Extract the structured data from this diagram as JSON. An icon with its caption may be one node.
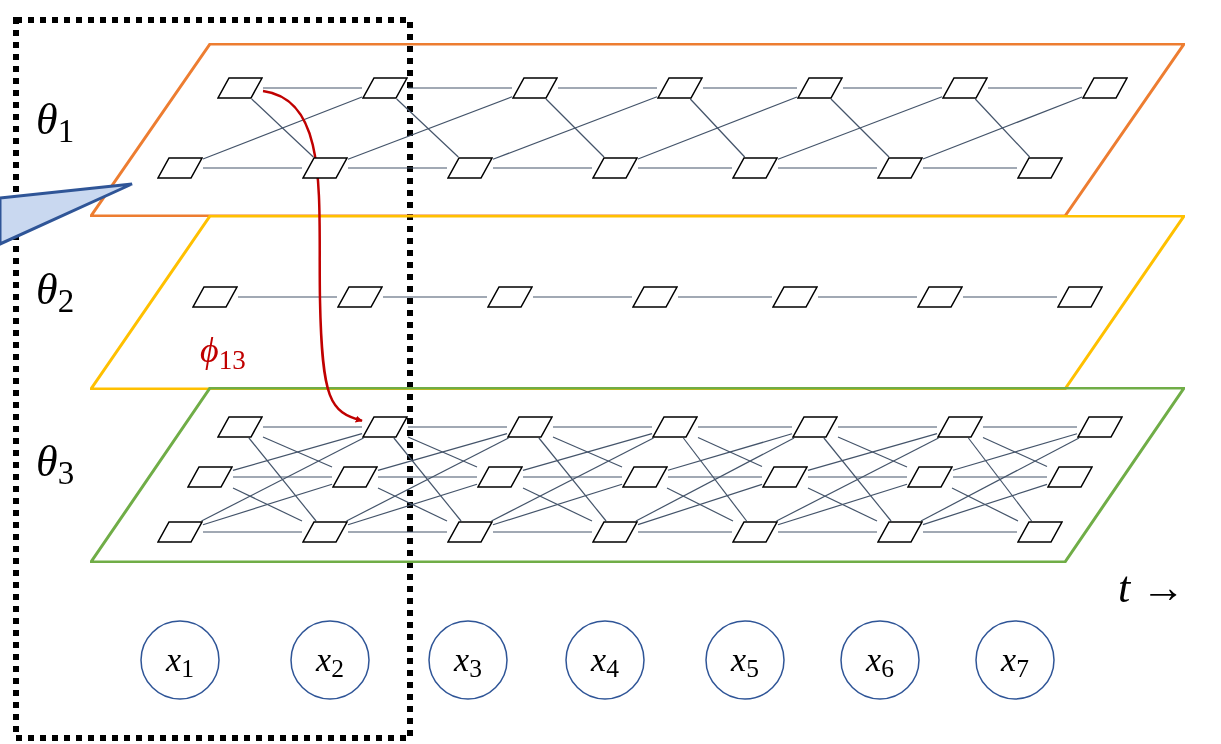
{
  "diagram": {
    "nodes": [
      {
        "text": [],
        "shape": "parallelogram",
        "beside": [
          "*θ*$_{1}$"
        ]
      },
      {
        "text": [],
        "shape": "parallelogram",
        "in": 0
      },
      {
        "text": [],
        "shape": "parallelogram",
        "in": 0
      },
      {
        "text": [],
        "shape": "parallelogram",
        "in": 0
      },
      {
        "text": [],
        "shape": "parallelogram",
        "in": 0
      },
      {
        "text": [],
        "shape": "parallelogram",
        "in": 0
      },
      {
        "text": [],
        "shape": "parallelogram",
        "in": 0
      },
      {
        "text": [],
        "shape": "parallelogram",
        "in": 0
      },
      {
        "text": [],
        "shape": "parallelogram",
        "in": 0
      },
      {
        "text": [],
        "shape": "parallelogram",
        "in": 0
      },
      {
        "text": [],
        "shape": "parallelogram",
        "in": 0
      },
      {
        "text": [],
        "shape": "parallelogram",
        "in": 0
      },
      {
        "text": [],
        "shape": "parallelogram",
        "in": 0
      },
      {
        "text": [],
        "shape": "parallelogram",
        "in": 0
      },
      {
        "text": [],
        "shape": "parallelogram",
        "in": 0
      },
      {
        "text": [],
        "shape": "parallelogram",
        "beside": [
          "*θ*$_{2}$"
        ]
      },
      {
        "text": [],
        "shape": "parallelogram",
        "in": 15
      },
      {
        "text": [],
        "shape": "parallelogram",
        "in": 15
      },
      {
        "text": [],
        "shape": "parallelogram",
        "in": 15
      },
      {
        "text": [],
        "shape": "parallelogram",
        "in": 15
      },
      {
        "text": [],
        "shape": "parallelogram",
        "in": 15
      },
      {
        "text": [],
        "shape": "parallelogram",
        "in": 15
      },
      {
        "text": [],
        "shape": "parallelogram",
        "in": 15
      },
      {
        "text": [],
        "shape": "parallelogram",
        "beside": [
          "*θ*$_{3}$"
        ]
      },
      {
        "text": [],
        "shape": "parallelogram",
        "in": 23
      },
      {
        "text": [],
        "shape": "parallelogram",
        "in": 23
      },
      {
        "text": [],
        "shape": "parallelogram",
        "in": 23
      },
      {
        "text": [],
        "shape": "parallelogram",
        "in": 23
      },
      {
        "text": [],
        "shape": "parallelogram",
        "in": 23
      },
      {
        "text": [],
        "shape": "parallelogram",
        "in": 23
      },
      {
        "text": [],
        "shape": "parallelogram",
        "in": 23
      },
      {
        "text": [],
        "shape": "parallelogram",
        "in": 23
      },
      {
        "text": [],
        "shape": "parallelogram",
        "in": 23
      },
      {
        "text": [],
        "shape": "parallelogram",
        "in": 23
      },
      {
        "text": [],
        "shape": "parallelogram",
        "in": 23
      },
      {
        "text": [],
        "shape": "parallelogram",
        "in": 23
      },
      {
        "text": [],
        "shape": "parallelogram",
        "in": 23
      },
      {
        "text": [],
        "shape": "parallelogram",
        "in": 23
      },
      {
        "text": [],
        "shape": "parallelogram",
        "in": 23
      },
      {
        "text": [],
        "shape": "parallelogram",
        "in": 23
      },
      {
        "text": [],
        "shape": "parallelogram",
        "in": 23
      },
      {
        "text": [],
        "shape": "parallelogram",
        "in": 23
      },
      {
        "text": [],
        "shape": "parallelogram",
        "in": 23
      },
      {
        "text": [],
        "shape": "parallelogram",
        "in": 23
      },
      {
        "text": [],
        "shape": "parallelogram",
        "in": 23
      },
      {
        "text": [
          "*x*$_{1}$"
        ]
      },
      {
        "text": [
          "*x*$_{2}$"
        ]
      },
      {
        "text": [
          "*x*$_{3}$"
        ]
      },
      {
        "text": [
          "*x*$_{4}$"
        ]
      },
      {
        "text": [
          "*x*$_{5}$"
        ]
      },
      {
        "text": [
          "*x*$_{6}$"
        ]
      },
      {
        "text": [
          "*x*$_{7}$"
        ]
      },
      {
        "text": [],
        "shape": "callout"
      }
    ],
    "edges": [
      {
        "from": 1,
        "to": 2,
        "arrow": "none"
      },
      {
        "from": 1,
        "to": 9,
        "arrow": "none"
      },
      {
        "from": 8,
        "to": 2,
        "arrow": "none"
      },
      {
        "from": 8,
        "to": 9,
        "arrow": "none"
      },
      {
        "from": 2,
        "to": 3,
        "arrow": "none"
      },
      {
        "from": 2,
        "to": 10,
        "arrow": "none"
      },
      {
        "from": 9,
        "to": 3,
        "arrow": "none"
      },
      {
        "from": 9,
        "to": 10,
        "arrow": "none"
      },
      {
        "from": 3,
        "to": 4,
        "arrow": "none"
      },
      {
        "from": 3,
        "to": 11,
        "arrow": "none"
      },
      {
        "from": 10,
        "to": 4,
        "arrow": "none"
      },
      {
        "from": 10,
        "to": 11,
        "arrow": "none"
      },
      {
        "from": 4,
        "to": 5,
        "arrow": "none"
      },
      {
        "from": 4,
        "to": 12,
        "arrow": "none"
      },
      {
        "from": 11,
        "to": 5,
        "arrow": "none"
      },
      {
        "from": 11,
        "to": 12,
        "arrow": "none"
      },
      {
        "from": 5,
        "to": 6,
        "arrow": "none"
      },
      {
        "from": 5,
        "to": 13,
        "arrow": "none"
      },
      {
        "from": 12,
        "to": 6,
        "arrow": "none"
      },
      {
        "from": 12,
        "to": 13,
        "arrow": "none"
      },
      {
        "from": 6,
        "to": 7,
        "arrow": "none"
      },
      {
        "from": 6,
        "to": 14,
        "arrow": "none"
      },
      {
        "from": 13,
        "to": 7,
        "arrow": "none"
      },
      {
        "from": 13,
        "to": 14,
        "arrow": "none"
      },
      {
        "from": 16,
        "to": 17,
        "arrow": "none"
      },
      {
        "from": 17,
        "to": 18,
        "arrow": "none"
      },
      {
        "from": 18,
        "to": 19,
        "arrow": "none"
      },
      {
        "from": 19,
        "to": 20,
        "arrow": "none"
      },
      {
        "from": 20,
        "to": 21,
        "arrow": "none"
      },
      {
        "from": 21,
        "to": 22,
        "arrow": "none"
      },
      {
        "from": 24,
        "to": 25,
        "arrow": "none"
      },
      {
        "from": 24,
        "to": 32,
        "arrow": "none"
      },
      {
        "from": 24,
        "to": 39,
        "arrow": "none"
      },
      {
        "from": 31,
        "to": 25,
        "arrow": "none"
      },
      {
        "from": 31,
        "to": 32,
        "arrow": "none"
      },
      {
        "from": 31,
        "to": 39,
        "arrow": "none"
      },
      {
        "from": 38,
        "to": 25,
        "arrow": "none"
      },
      {
        "from": 38,
        "to": 32,
        "arrow": "none"
      },
      {
        "from": 38,
        "to": 39,
        "arrow": "none"
      },
      {
        "from": 25,
        "to": 26,
        "arrow": "none"
      },
      {
        "from": 25,
        "to": 33,
        "arrow": "none"
      },
      {
        "from": 25,
        "to": 40,
        "arrow": "none"
      },
      {
        "from": 32,
        "to": 26,
        "arrow": "none"
      },
      {
        "from": 32,
        "to": 33,
        "arrow": "none"
      },
      {
        "from": 32,
        "to": 40,
        "arrow": "none"
      },
      {
        "from": 39,
        "to": 26,
        "arrow": "none"
      },
      {
        "from": 39,
        "to": 33,
        "arrow": "none"
      },
      {
        "from": 39,
        "to": 40,
        "arrow": "none"
      },
      {
        "from": 26,
        "to": 27,
        "arrow": "none"
      },
      {
        "from": 26,
        "to": 34,
        "arrow": "none"
      },
      {
        "from": 26,
        "to": 41,
        "arrow": "none"
      },
      {
        "from": 33,
        "to": 27,
        "arrow": "none"
      },
      {
        "from": 33,
        "to": 34,
        "arrow": "none"
      },
      {
        "from": 33,
        "to": 41,
        "arrow": "none"
      },
      {
        "from": 40,
        "to": 27,
        "arrow": "none"
      },
      {
        "from": 40,
        "to": 34,
        "arrow": "none"
      },
      {
        "from": 40,
        "to": 41,
        "arrow": "none"
      },
      {
        "from": 27,
        "to": 28,
        "arrow": "none"
      },
      {
        "from": 27,
        "to": 35,
        "arrow": "none"
      },
      {
        "from": 27,
        "to": 42,
        "arrow": "none"
      },
      {
        "from": 34,
        "to": 28,
        "arrow": "none"
      },
      {
        "from": 34,
        "to": 35,
        "arrow": "none"
      },
      {
        "from": 34,
        "to": 42,
        "arrow": "none"
      },
      {
        "from": 41,
        "to": 28,
        "arrow": "none"
      },
      {
        "from": 41,
        "to": 35,
        "arrow": "none"
      },
      {
        "from": 41,
        "to": 42,
        "arrow": "none"
      },
      {
        "from": 28,
        "to": 29,
        "arrow": "none"
      },
      {
        "from": 28,
        "to": 36,
        "arrow": "none"
      },
      {
        "from": 28,
        "to": 43,
        "arrow": "none"
      },
      {
        "from": 35,
        "to": 29,
        "arrow": "none"
      },
      {
        "from": 35,
        "to": 36,
        "arrow": "none"
      },
      {
        "from": 35,
        "to": 43,
        "arrow": "none"
      },
      {
        "from": 42,
        "to": 29,
        "arrow": "none"
      },
      {
        "from": 42,
        "to": 36,
        "arrow": "none"
      },
      {
        "from": 42,
        "to": 43,
        "arrow": "none"
      },
      {
        "from": 29,
        "to": 30,
        "arrow": "none"
      },
      {
        "from": 29,
        "to": 37,
        "arrow": "none"
      },
      {
        "from": 29,
        "to": 44,
        "arrow": "none"
      },
      {
        "from": 36,
        "to": 30,
        "arrow": "none"
      },
      {
        "from": 36,
        "to": 37,
        "arrow": "none"
      },
      {
        "from": 36,
        "to": 44,
        "arrow": "none"
      },
      {
        "from": 43,
        "to": 30,
        "arrow": "none"
      },
      {
        "from": 43,
        "to": 37,
        "arrow": "none"
      },
      {
        "from": 43,
        "to": 44,
        "arrow": "none"
      },
      {
        "from": 1,
        "to": 25,
        "arrow": "to",
        "color": "#c00000",
        "label": "*ϕ*$_{13}$"
      }
    ],
    "labels": [
      "*t* →"
    ]
  }
}
